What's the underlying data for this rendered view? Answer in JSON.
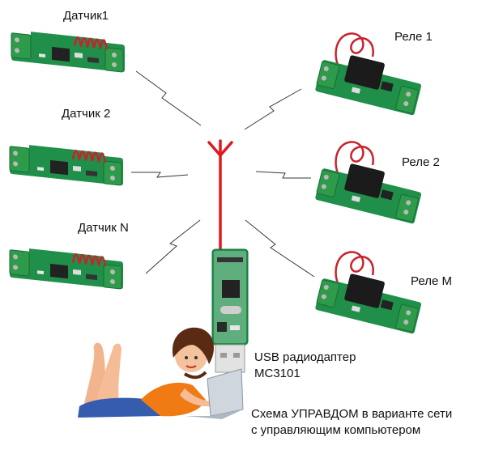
{
  "colors": {
    "pcb_green": "#1f8f4a",
    "pcb_dark": "#166d38",
    "terminal_green": "#2e9b4a",
    "coil_red": "#c8232c",
    "antenna_red": "#e0191f",
    "relay_black": "#1b1b1b",
    "chip_black": "#222222",
    "signal_line": "#3a3a3a"
  },
  "sensors": [
    {
      "label": "Датчик1"
    },
    {
      "label": "Датчик 2"
    },
    {
      "label": "Датчик N"
    }
  ],
  "relays": [
    {
      "label": "Реле 1"
    },
    {
      "label": "Реле 2"
    },
    {
      "label": "Реле М"
    }
  ],
  "usb_adapter": {
    "line1": "USB радиодаптер",
    "line2": "МС3101"
  },
  "caption": {
    "line1": "Схема УПРАВДОМ в варианте сети",
    "line2": "с управляющим компьютером"
  },
  "icons": [
    "antenna-icon",
    "sensor-board-icon",
    "relay-board-icon",
    "usb-dongle-icon",
    "user-with-laptop-illustration"
  ]
}
